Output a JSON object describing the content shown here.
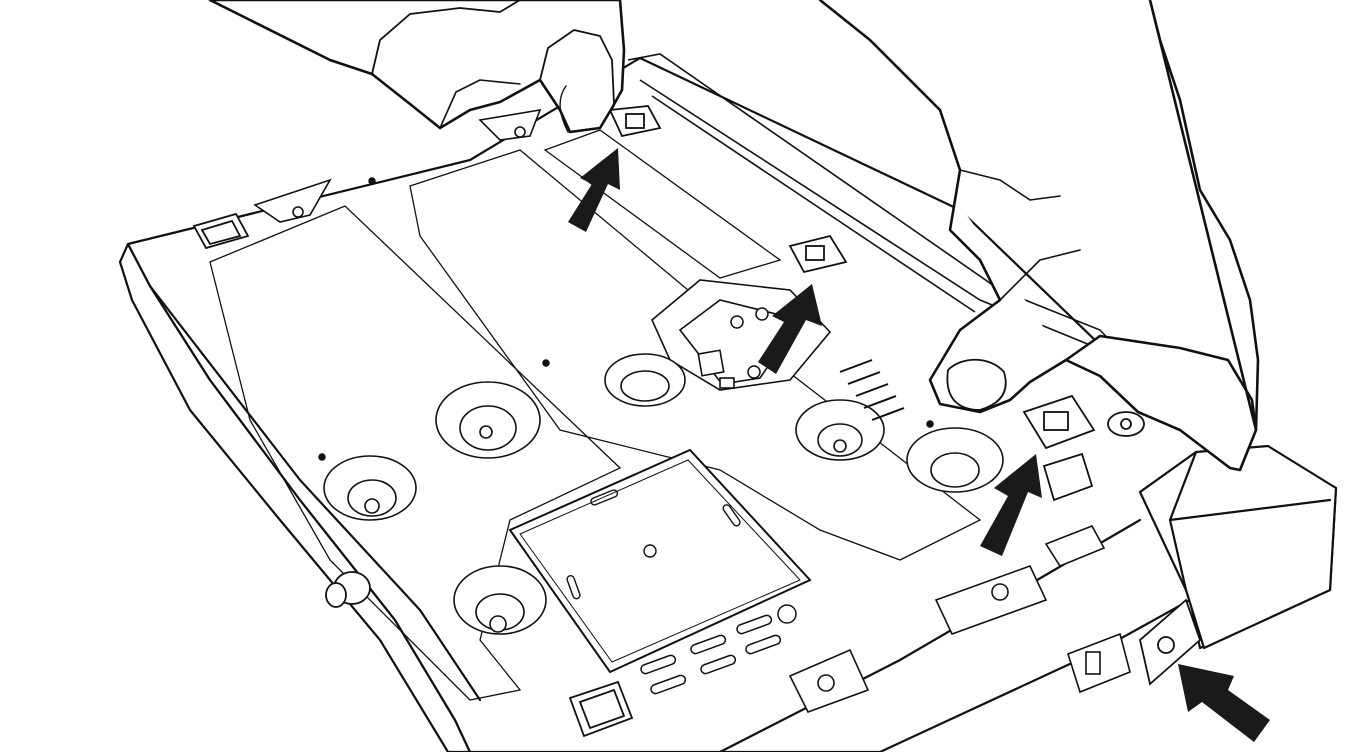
{
  "figure": {
    "style": "black line art on white",
    "colors": {
      "line": "#111111",
      "background": "#ffffff",
      "arrow_fill": "#1a1a1a"
    },
    "arrows": [
      {
        "label": "",
        "direction": "up-right",
        "icon": "arrow-icon"
      },
      {
        "label": "",
        "direction": "up-right",
        "icon": "arrow-icon"
      },
      {
        "label": "",
        "direction": "up-right",
        "icon": "arrow-icon"
      },
      {
        "label": "",
        "direction": "up-left",
        "icon": "arrow-icon"
      }
    ]
  }
}
